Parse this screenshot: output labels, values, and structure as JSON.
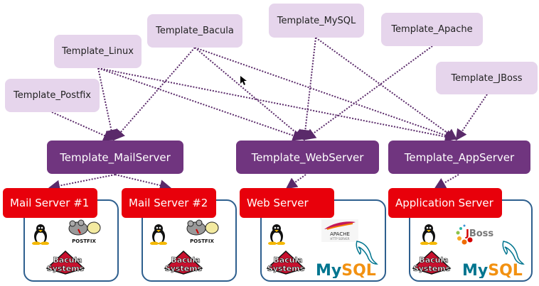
{
  "templates": [
    {
      "id": "postfix",
      "label": "Template_Postfix"
    },
    {
      "id": "linux",
      "label": "Template_Linux"
    },
    {
      "id": "bacula",
      "label": "Template_Bacula"
    },
    {
      "id": "mysql",
      "label": "Template_MySQL"
    },
    {
      "id": "apache",
      "label": "Template_Apache"
    },
    {
      "id": "jboss",
      "label": "Template_JBoss"
    }
  ],
  "composite_templates": [
    {
      "id": "mailserver",
      "label": "Template_MailServer",
      "inherits": [
        "postfix",
        "linux",
        "bacula"
      ]
    },
    {
      "id": "webserver",
      "label": "Template_WebServer",
      "inherits": [
        "linux",
        "bacula",
        "mysql",
        "apache"
      ]
    },
    {
      "id": "appserver",
      "label": "Template_AppServer",
      "inherits": [
        "linux",
        "bacula",
        "mysql",
        "jboss"
      ]
    }
  ],
  "hosts": [
    {
      "id": "mail1",
      "label": "Mail Server #1",
      "template": "mailserver",
      "logos": [
        "linux-tux",
        "postfix",
        "bacula-systems"
      ]
    },
    {
      "id": "mail2",
      "label": "Mail Server #2",
      "template": "mailserver",
      "logos": [
        "linux-tux",
        "postfix",
        "bacula-systems"
      ]
    },
    {
      "id": "web",
      "label": "Web Server",
      "template": "webserver",
      "logos": [
        "linux-tux",
        "apache",
        "bacula-systems",
        "mysql"
      ]
    },
    {
      "id": "app",
      "label": "Application Server",
      "template": "appserver",
      "logos": [
        "linux-tux",
        "jboss",
        "bacula-systems",
        "mysql"
      ]
    }
  ],
  "logo_text": {
    "postfix": "POSTFIX",
    "apache": "APACHE",
    "apache_sub": "HTTP SERVER",
    "mysql_my": "My",
    "mysql_sql": "SQL",
    "jboss": "JBoss",
    "bacula_top": "Bacula",
    "bacula_bottom": "Systems"
  },
  "colors": {
    "template_fill": "#e6d5ec",
    "composite_fill": "#70357f",
    "host_fill": "#e8000b",
    "host_border": "#2e5f8e",
    "link": "#5a2a6a"
  }
}
